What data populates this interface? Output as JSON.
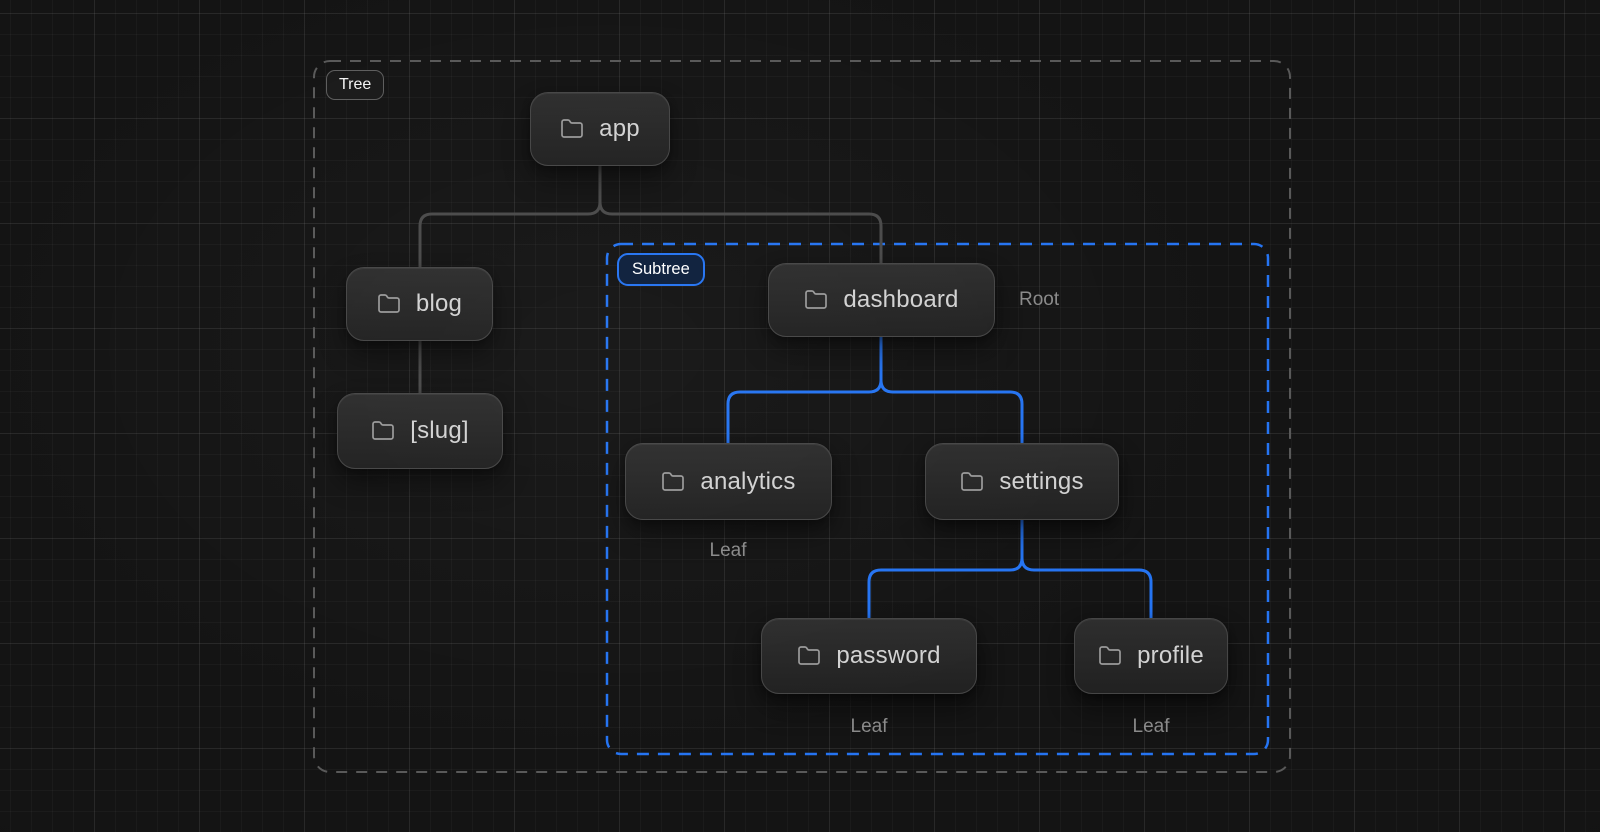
{
  "groups": {
    "tree": {
      "label": "Tree"
    },
    "subtree": {
      "label": "Subtree"
    }
  },
  "nodes": [
    {
      "id": "app",
      "label": "app",
      "icon": "folder-icon"
    },
    {
      "id": "blog",
      "label": "blog",
      "icon": "folder-icon"
    },
    {
      "id": "slug",
      "label": "[slug]",
      "icon": "folder-icon"
    },
    {
      "id": "dashboard",
      "label": "dashboard",
      "icon": "folder-icon"
    },
    {
      "id": "analytics",
      "label": "analytics",
      "icon": "folder-icon"
    },
    {
      "id": "settings",
      "label": "settings",
      "icon": "folder-icon"
    },
    {
      "id": "password",
      "label": "password",
      "icon": "folder-icon"
    },
    {
      "id": "profile",
      "label": "profile",
      "icon": "folder-icon"
    }
  ],
  "annotations": {
    "dashboard": "Root",
    "analytics": "Leaf",
    "password": "Leaf",
    "profile": "Leaf"
  },
  "edges": [
    {
      "from": "app",
      "to": "blog",
      "color": "gray"
    },
    {
      "from": "app",
      "to": "dashboard",
      "color": "gray"
    },
    {
      "from": "blog",
      "to": "slug",
      "color": "gray"
    },
    {
      "from": "dashboard",
      "to": "analytics",
      "color": "blue"
    },
    {
      "from": "dashboard",
      "to": "settings",
      "color": "blue"
    },
    {
      "from": "settings",
      "to": "password",
      "color": "blue"
    },
    {
      "from": "settings",
      "to": "profile",
      "color": "blue"
    }
  ],
  "colors": {
    "background": "#141414",
    "accent_blue": "#2574f2",
    "connector_gray": "#4a4a4a",
    "tree_border_gray": "#595959",
    "node_text": "#d2d2d2",
    "annotation_text": "#8a8a8a"
  }
}
